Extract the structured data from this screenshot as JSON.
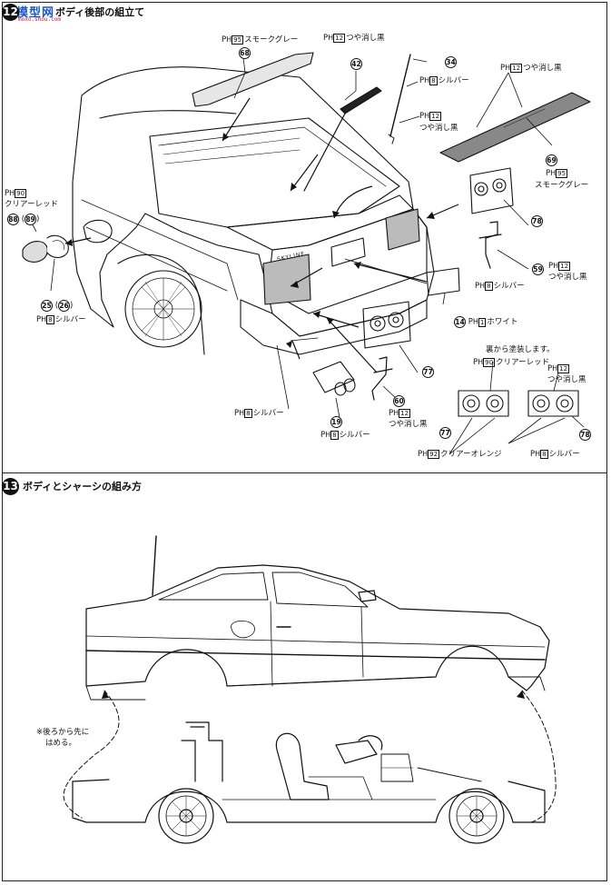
{
  "watermark": {
    "main": "模型网",
    "sub": "moxo.shou.com"
  },
  "sec12": {
    "num": "12",
    "title": "ボディ後部の組立て"
  },
  "sec13": {
    "num": "13",
    "title": "ボディとシャーシの組み方"
  },
  "annotations": {
    "a68_paint": "スモークグレー",
    "a68_code": "95",
    "a68_num": "68",
    "a42_paint": "つや消し黒",
    "a42_code": "12",
    "a42_num": "42",
    "a34_num": "34",
    "a34_silver": "シルバー",
    "a34_silver_code": "8",
    "a34_black": "つや消し黒",
    "a34_black_code": "12",
    "a69_top_paint": "つや消し黒",
    "a69_top_code": "12",
    "a69_num": "69",
    "a69_paint": "スモークグレー",
    "a69_code": "95",
    "a88_code": "90",
    "a88_paint": "クリアーレッド",
    "a88_num": "88",
    "a89_num": "89",
    "a78_num": "78",
    "a59_num": "59",
    "a59_code": "12",
    "a59_paint": "つや消し黒",
    "a_silver_mid_code": "8",
    "a_silver_mid": "シルバー",
    "a14_num": "14",
    "a14_code": "1",
    "a14_paint": "ホワイト",
    "a25_num": "25",
    "a26_num": "26",
    "a25_code": "8",
    "a25_paint": "シルバー",
    "a77_num": "77",
    "a_back_note": "裏から塗装します。",
    "a_clear_red_code": "90",
    "a_clear_red": "クリアーレッド",
    "a_matt_code": "12",
    "a_matt": "つや消し黒",
    "a60_num": "60",
    "a60_code": "12",
    "a60_paint": "つや消し黒",
    "a_silver_low_code": "8",
    "a_silver_low": "シルバー",
    "a19_num": "19",
    "a19_code": "8",
    "a19_paint": "シルバー",
    "a77b_num": "77",
    "a78b_num": "78",
    "a_orange_code": "92",
    "a_orange": "クリアーオレンジ",
    "a_silver_br_code": "8",
    "a_silver_br": "シルバー",
    "skyline_badge": "SKYLINE",
    "ph_prefix": "P",
    "ph_sub": "H"
  },
  "sec13_note": {
    "line1": "※後ろから先に",
    "line2": "はめる。"
  }
}
